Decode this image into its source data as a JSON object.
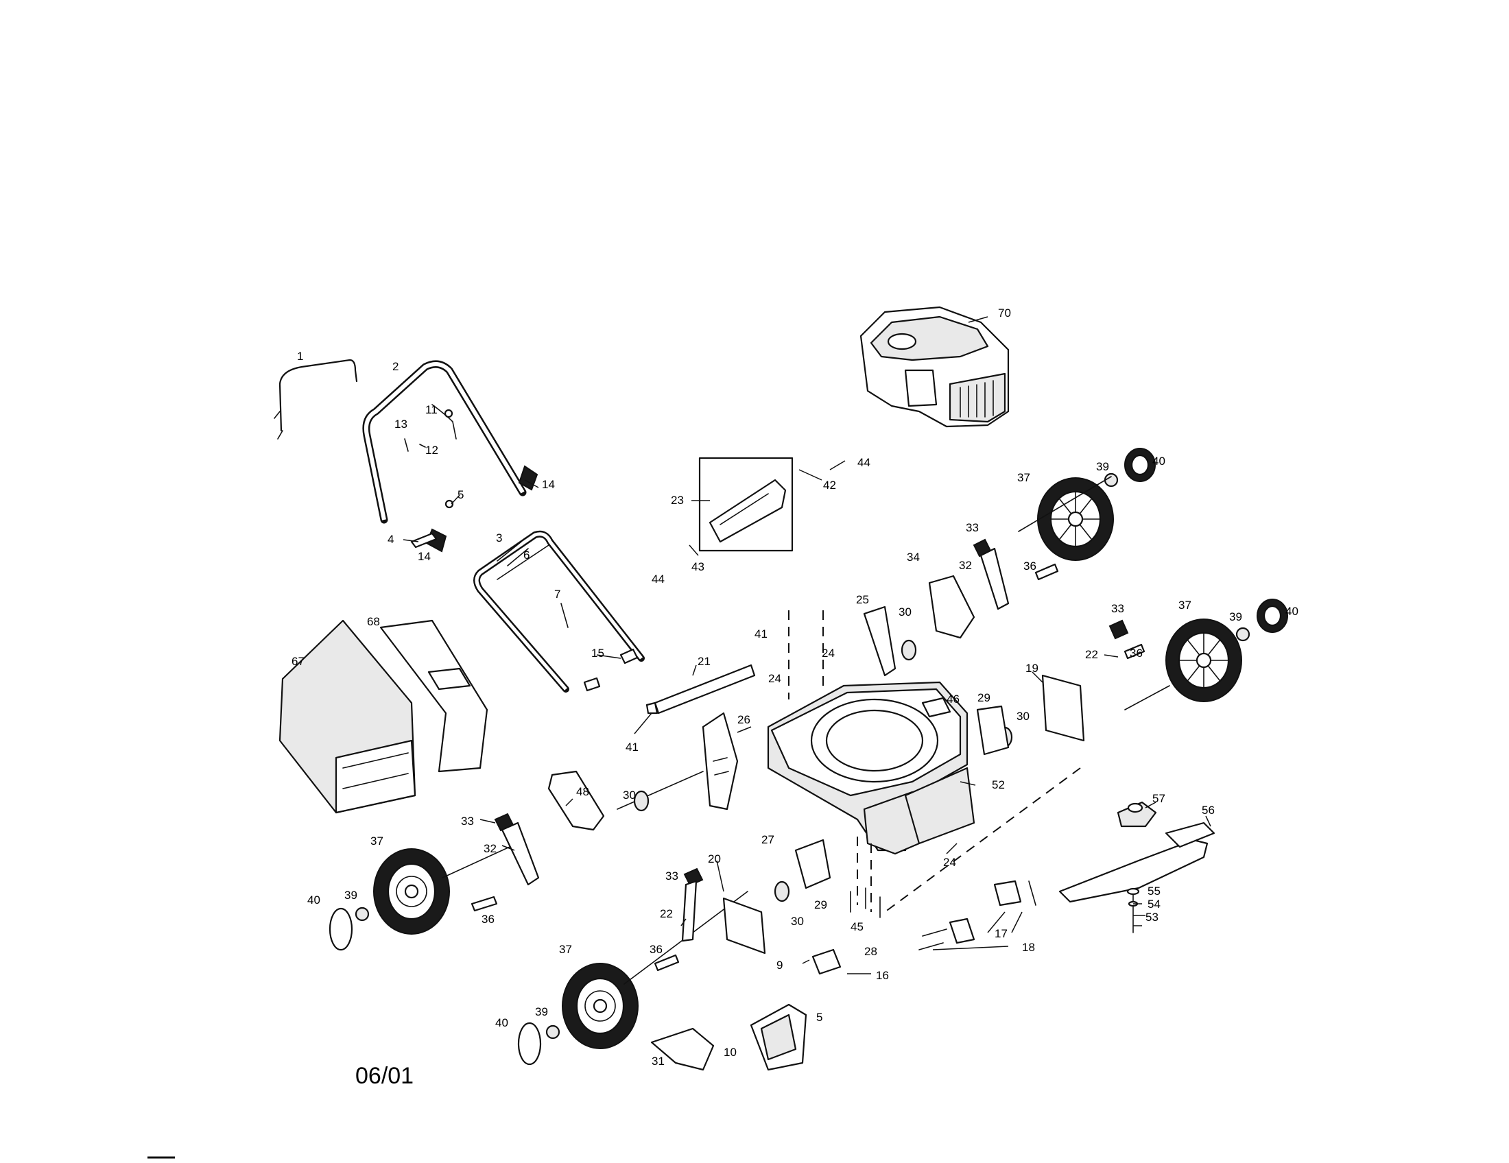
{
  "date_code": "06/01",
  "callouts": [
    "1",
    "2",
    "3",
    "4",
    "5",
    "6",
    "7",
    "9",
    "10",
    "11",
    "12",
    "13",
    "14",
    "15",
    "16",
    "17",
    "18",
    "19",
    "20",
    "21",
    "22",
    "23",
    "24",
    "25",
    "26",
    "27",
    "28",
    "29",
    "30",
    "31",
    "32",
    "33",
    "34",
    "36",
    "37",
    "39",
    "40",
    "41",
    "42",
    "43",
    "44",
    "45",
    "46",
    "48",
    "52",
    "53",
    "54",
    "55",
    "56",
    "57",
    "67",
    "68",
    "70"
  ]
}
